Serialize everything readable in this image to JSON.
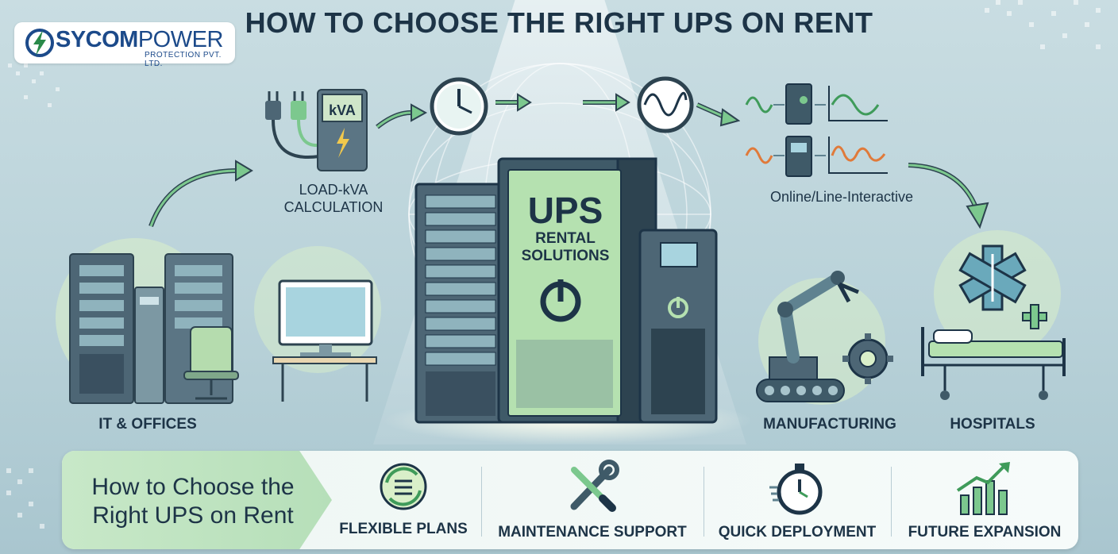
{
  "title": "HOW TO CHOOSE THE RIGHT UPS ON RENT",
  "logo": {
    "name_a": "SYCOM",
    "name_b": "POWER",
    "sub": "PROTECTION PVT. LTD."
  },
  "ups": {
    "big": "UPS",
    "line1": "RENTAL",
    "line2": "SOLUTIONS"
  },
  "load": {
    "meter": "kVA",
    "label1": "LOAD-kVA",
    "label2": "CALCULATION"
  },
  "online_label": "Online/Line-Interactive",
  "sectors": {
    "it": "IT & OFFICES",
    "manufacturing": "MANUFACTURING",
    "hospitals": "HOSPITALS"
  },
  "banner": {
    "line1": "How to Choose the",
    "line2": "Right UPS on Rent",
    "features": [
      {
        "label": "FLEXIBLE PLANS",
        "icon": "cycle-arrows-icon"
      },
      {
        "label": "MAINTENANCE SUPPORT",
        "icon": "wrench-screwdriver-icon"
      },
      {
        "label": "QUICK DEPLOYMENT",
        "icon": "stopwatch-icon"
      },
      {
        "label": "FUTURE EXPANSION",
        "icon": "growth-chart-icon"
      }
    ]
  },
  "colors": {
    "navy": "#1d3447",
    "green": "#7cc88e",
    "teal": "#3f6f7f",
    "accent_blue": "#1c4a8a"
  }
}
